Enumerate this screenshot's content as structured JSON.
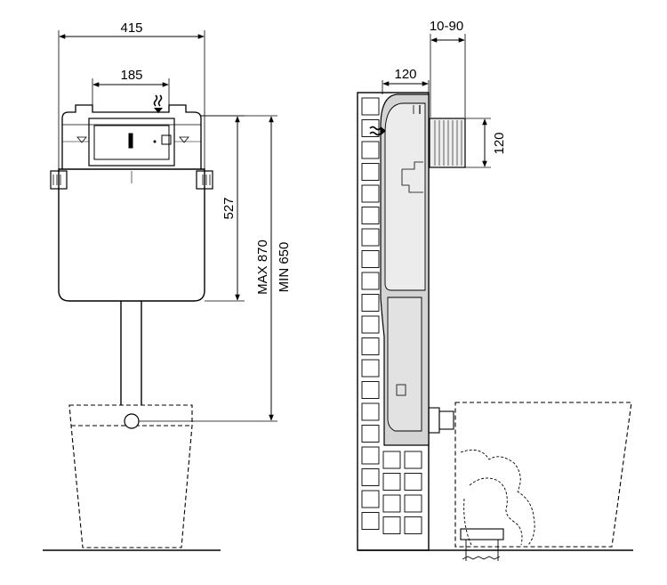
{
  "dimensions": {
    "front_width": "415",
    "frame_width": "185",
    "tank_height": "527",
    "max_height": "MAX 870",
    "min_height": "MIN 650",
    "side_depth": "120",
    "adjust_range": "10-90",
    "duct_height": "120"
  },
  "colors": {
    "line": "#000000",
    "wall_fill": "#ffffff",
    "tank_fill": "#d8d8d8",
    "tank_fill_light": "#e6e6e6",
    "duct_fill": "#eeeeee"
  }
}
